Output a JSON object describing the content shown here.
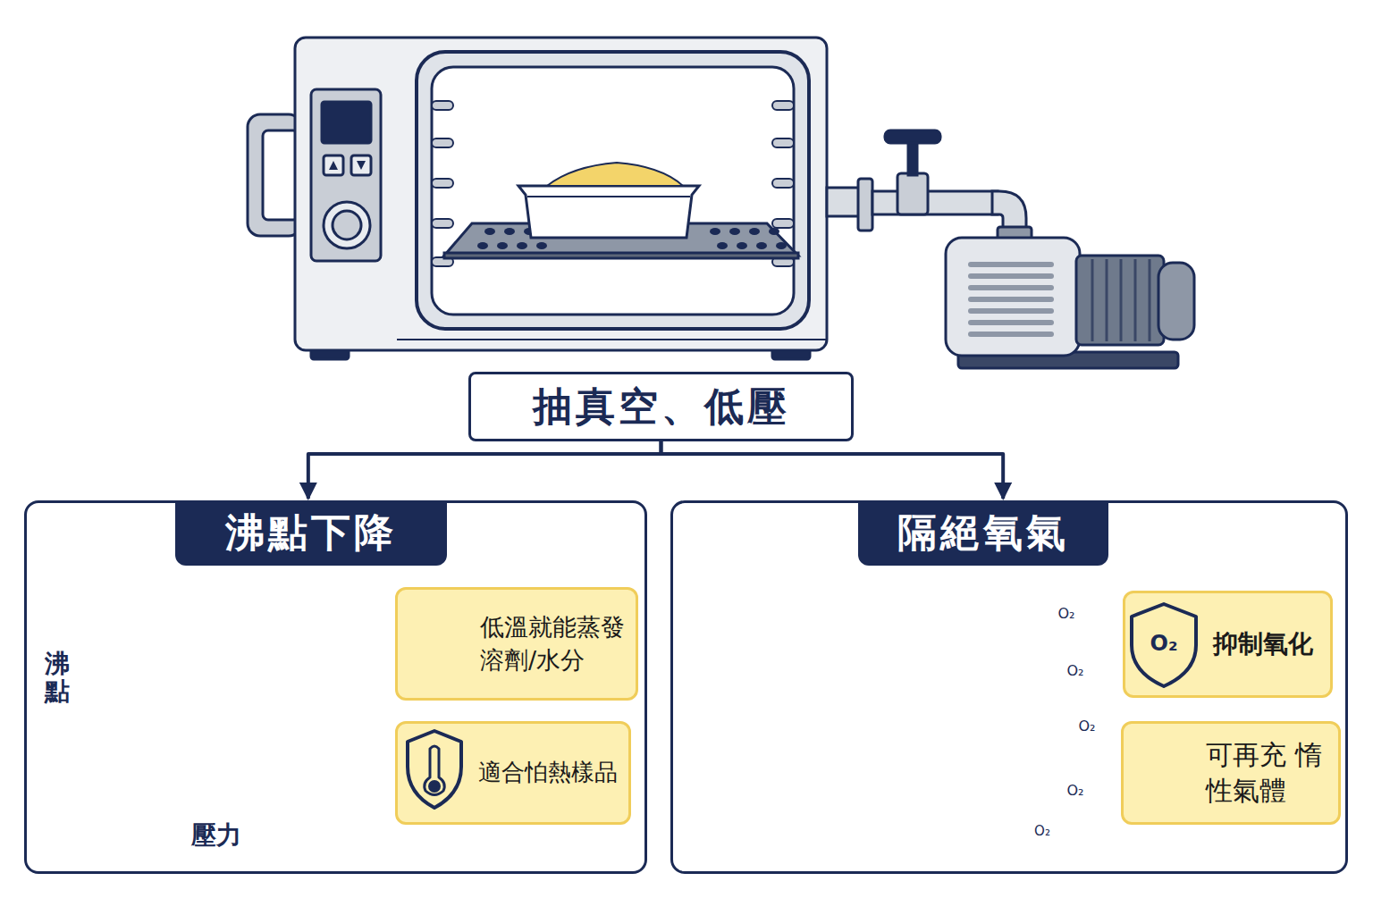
{
  "diagram": {
    "nodes": [
      {
        "text": [
          "抽真空、低壓"
        ]
      },
      {
        "text": [
          "沸點下降"
        ]
      },
      {
        "text": [
          "低溫就能蒸發 溶劑/水分"
        ],
        "in": 1
      },
      {
        "text": [
          "適合怕熱樣品"
        ],
        "in": 1
      },
      {
        "text": [
          "隔絕氧氣"
        ]
      },
      {
        "text": [
          "抑制氧化"
        ],
        "in": 4
      },
      {
        "text": [
          "可再充 惰性氣體"
        ],
        "in": 4
      }
    ],
    "edges": [
      {
        "from": 0,
        "to": 1,
        "arrow": "to"
      },
      {
        "from": 0,
        "to": 4,
        "arrow": "to"
      }
    ],
    "labels": [
      "沸點",
      "壓力",
      "O₂",
      "O₂",
      "O₂",
      "O₂",
      "O₂",
      "O₂"
    ]
  }
}
